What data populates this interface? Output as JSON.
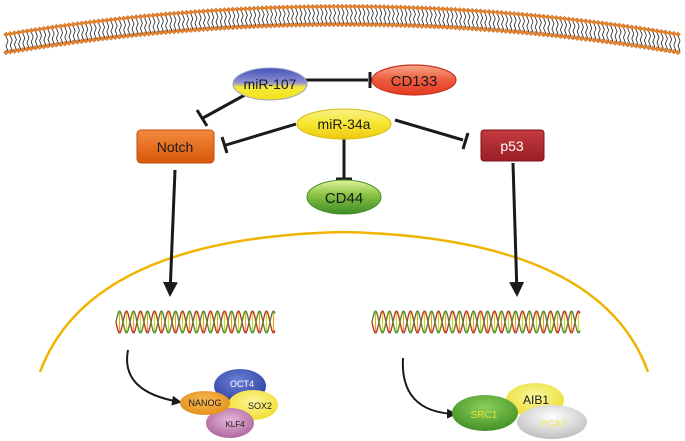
{
  "nodes": {
    "mir107": "miR-107",
    "mir34a": "miR-34a",
    "cd133": "CD133",
    "cd44": "CD44",
    "notch": "Notch",
    "p53": "p53"
  },
  "complex_left": {
    "oct4": "OCT4",
    "nanog": "NANOG",
    "sox2": "SOX2",
    "klf4": "KLF4"
  },
  "complex_right": {
    "aib1": "AIB1",
    "src1": "SRC1",
    "pcaf": "PCAF"
  },
  "colors": {
    "membrane_orange": "#e8832a",
    "nucleus_line": "#f0b400",
    "arrow": "#1a1a1a",
    "notch_fill": "#e8660e",
    "p53_fill": "#b3242c",
    "cd133_fill": "#e8503a",
    "cd44_fill": "#5fa832",
    "mir_blue": "#3f52b5",
    "mir_yellow": "#f6ea3a"
  }
}
